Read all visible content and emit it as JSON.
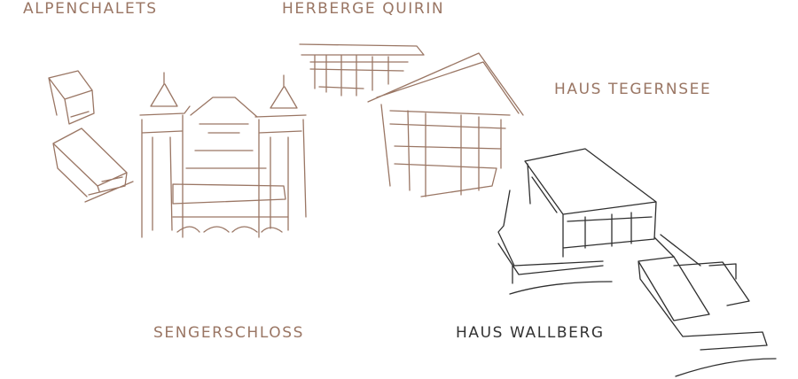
{
  "colors": {
    "accent": "#9a7664",
    "active": "#333333"
  },
  "locations": [
    {
      "id": "alpenchalets",
      "label": "ALPENCHALETS"
    },
    {
      "id": "herberge-quirin",
      "label": "HERBERGE QUIRIN"
    },
    {
      "id": "haus-tegernsee",
      "label": "HAUS TEGERNSEE"
    },
    {
      "id": "sengerschloss",
      "label": "SENGERSCHLOSS"
    },
    {
      "id": "haus-wallberg",
      "label": "HAUS WALLBERG",
      "active": true
    }
  ]
}
